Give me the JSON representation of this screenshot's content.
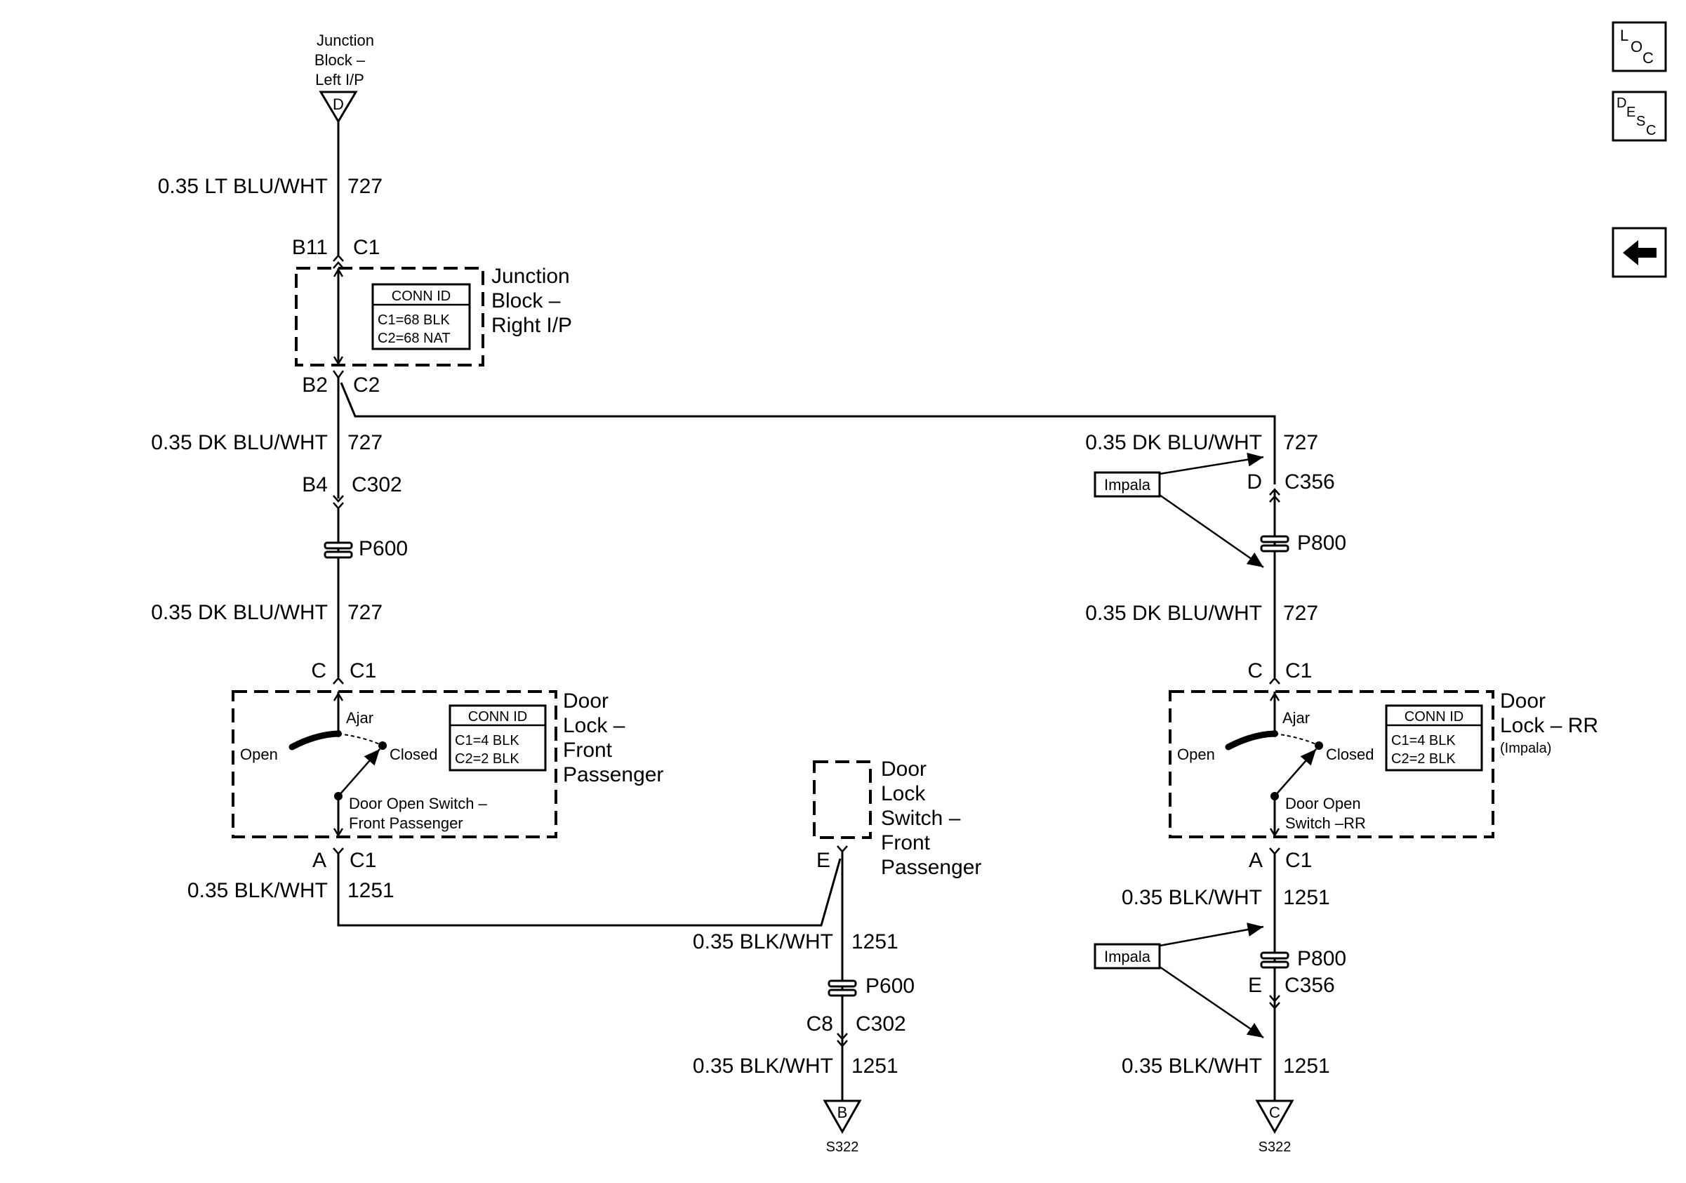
{
  "junction_left": {
    "name_lines": [
      "Junction",
      "Block –",
      "Left I/P"
    ],
    "terminal": "D"
  },
  "wires": {
    "w1_spec": "0.35 LT BLU/WHT",
    "w1_circuit": "727",
    "w2_spec": "0.35 DK BLU/WHT",
    "w2_circuit": "727",
    "w3_spec": "0.35 DK BLU/WHT",
    "w3_circuit": "727",
    "w4_spec": "0.35 DK BLU/WHT",
    "w4_circuit": "727",
    "w5_spec": "0.35 DK BLU/WHT",
    "w5_circuit": "727",
    "w6_spec": "0.35 BLK/WHT",
    "w6_circuit": "1251",
    "w7_spec": "0.35 BLK/WHT",
    "w7_circuit": "1251",
    "w8_spec": "0.35 BLK/WHT",
    "w8_circuit": "1251",
    "w9_spec": "0.35 BLK/WHT",
    "w9_circuit": "1251",
    "w10_spec": "0.35 BLK/WHT",
    "w10_circuit": "1251"
  },
  "connectors": {
    "jb_in_pin": "B11",
    "jb_in_conn": "C1",
    "jb_out_pin": "B2",
    "jb_out_conn": "C2",
    "c302_pin": "B4",
    "c302": "C302",
    "p600": "P600",
    "fp_in_pin": "C",
    "fp_in_conn": "C1",
    "fp_out_pin": "A",
    "fp_out_conn": "C1",
    "dls_pin": "E",
    "p600b": "P600",
    "c302b_pin": "C8",
    "c302b": "C302",
    "rr_c356_pin": "D",
    "rr_c356": "C356",
    "rr_p800": "P800",
    "rr_in_pin": "C",
    "rr_in_conn": "C1",
    "rr_out_pin": "A",
    "rr_out_conn": "C1",
    "rr_p800b": "P800",
    "rr_c356b_pin": "E",
    "rr_c356b": "C356"
  },
  "junction_right": {
    "name_lines": [
      "Junction",
      "Block –",
      "Right I/P"
    ],
    "conn_id_title": "CONN ID",
    "conn_id_lines": [
      "C1=68 BLK",
      "C2=68 NAT"
    ]
  },
  "door_lock_fp": {
    "name_lines": [
      "Door",
      "Lock –",
      "Front",
      "Passenger"
    ],
    "conn_id_title": "CONN ID",
    "conn_id_lines": [
      "C1=4 BLK",
      "C2=2 BLK"
    ],
    "ajar": "Ajar",
    "open": "Open",
    "closed": "Closed",
    "switch_lines": [
      "Door Open Switch –",
      "Front Passenger"
    ]
  },
  "door_lock_switch": {
    "name_lines": [
      "Door",
      "Lock",
      "Switch –",
      "Front",
      "Passenger"
    ]
  },
  "door_lock_rr": {
    "name_lines": [
      "Door",
      "Lock – RR"
    ],
    "sub": "(Impala)",
    "conn_id_title": "CONN ID",
    "conn_id_lines": [
      "C1=4 BLK",
      "C2=2 BLK"
    ],
    "ajar": "Ajar",
    "open": "Open",
    "closed": "Closed",
    "switch_lines": [
      "Door Open",
      "Switch –RR"
    ]
  },
  "impala_tag_1": "Impala",
  "impala_tag_2": "Impala",
  "ground_left": {
    "terminal": "B",
    "splice": "S322"
  },
  "ground_right": {
    "terminal": "C",
    "splice": "S322"
  },
  "nav": {
    "loc": [
      "L",
      "O",
      "C"
    ],
    "desc": [
      "D",
      "E",
      "S",
      "C"
    ],
    "back_icon": "arrow-left-icon"
  }
}
